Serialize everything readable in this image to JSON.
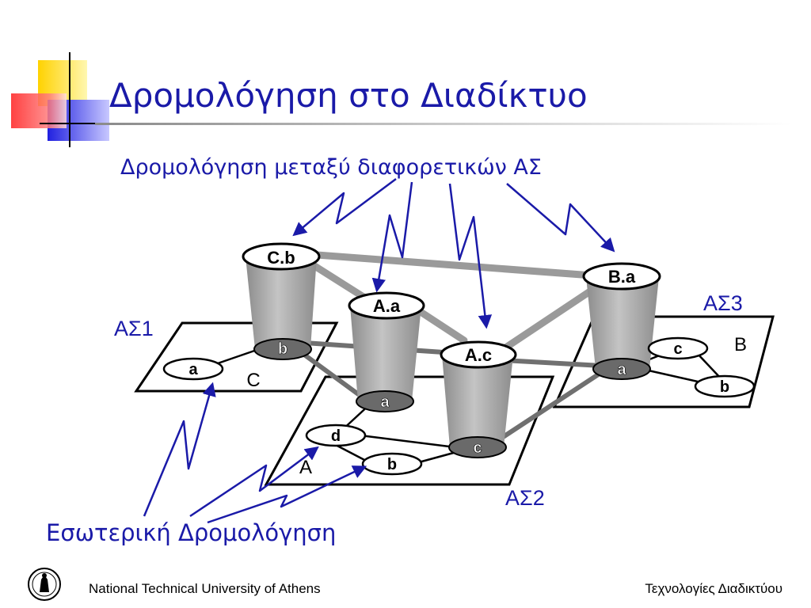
{
  "slide": {
    "title": "Δρομολόγηση στο Διαδίκτυο",
    "subtitle": "Δρομολόγηση μεταξύ διαφορετικών ΑΣ",
    "bottom_label": "Εσωτερική Δρομολόγηση"
  },
  "diagram": {
    "domains": {
      "as1": {
        "label": "ΑΣ1",
        "inner": "C"
      },
      "as2": {
        "label": "ΑΣ2",
        "inner": "A"
      },
      "as3": {
        "label": "ΑΣ3",
        "inner": "B"
      }
    },
    "gateways": {
      "cb": "C.b",
      "aa": "A.a",
      "ac": "A.c",
      "ba": "B.a"
    },
    "nodes": {
      "as1_a": "a",
      "as1_b": "b",
      "as2_a": "a",
      "as2_b": "b",
      "as2_c": "c",
      "as2_d": "d",
      "as3_a": "a",
      "as3_b": "b",
      "as3_c": "c"
    },
    "colors": {
      "accent_blue": "#1a1aa8",
      "link_gray": "#9a9a9a",
      "cylinder_gray": "#a8a8a8"
    }
  },
  "footer": {
    "left": "National Technical University of Athens",
    "right": "Τεχνολογίες Διαδικτύου"
  }
}
